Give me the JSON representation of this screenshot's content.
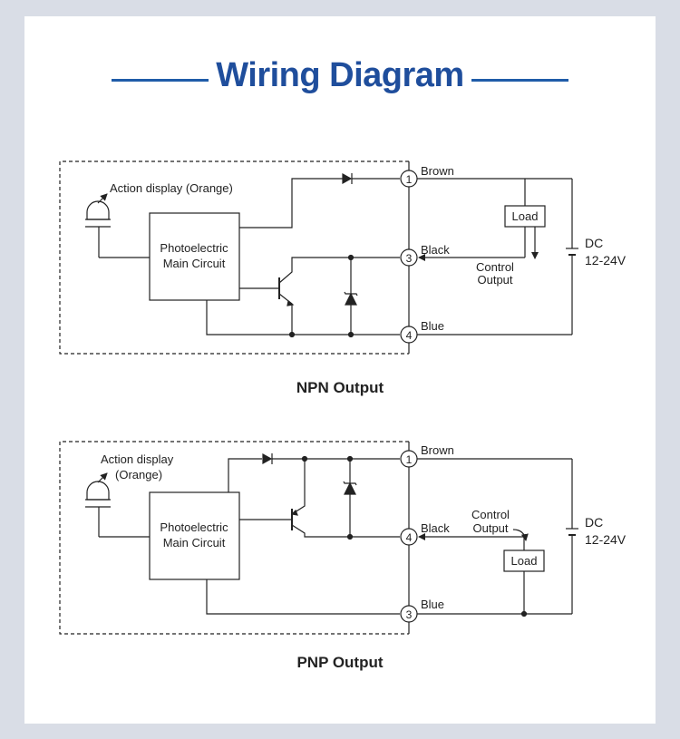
{
  "title": "Wiring Diagram",
  "npn": {
    "caption": "NPN Output",
    "action_display": "Action display (Orange)",
    "main_circuit_line1": "Photoelectric",
    "main_circuit_line2": "Main Circuit",
    "load": "Load",
    "control_output_line1": "Control",
    "control_output_line2": "Output",
    "dc": "DC",
    "voltage": "12-24V",
    "terminals": [
      {
        "number": "1",
        "wire": "Brown"
      },
      {
        "number": "3",
        "wire": "Black"
      },
      {
        "number": "4",
        "wire": "Blue"
      }
    ]
  },
  "pnp": {
    "caption": "PNP Output",
    "action_display_line1": "Action display",
    "action_display_line2": "(Orange)",
    "main_circuit_line1": "Photoelectric",
    "main_circuit_line2": "Main Circuit",
    "load": "Load",
    "control_output_line1": "Control",
    "control_output_line2": "Output",
    "dc": "DC",
    "voltage": "12-24V",
    "terminals": [
      {
        "number": "1",
        "wire": "Brown"
      },
      {
        "number": "4",
        "wire": "Black"
      },
      {
        "number": "3",
        "wire": "Blue"
      }
    ]
  }
}
